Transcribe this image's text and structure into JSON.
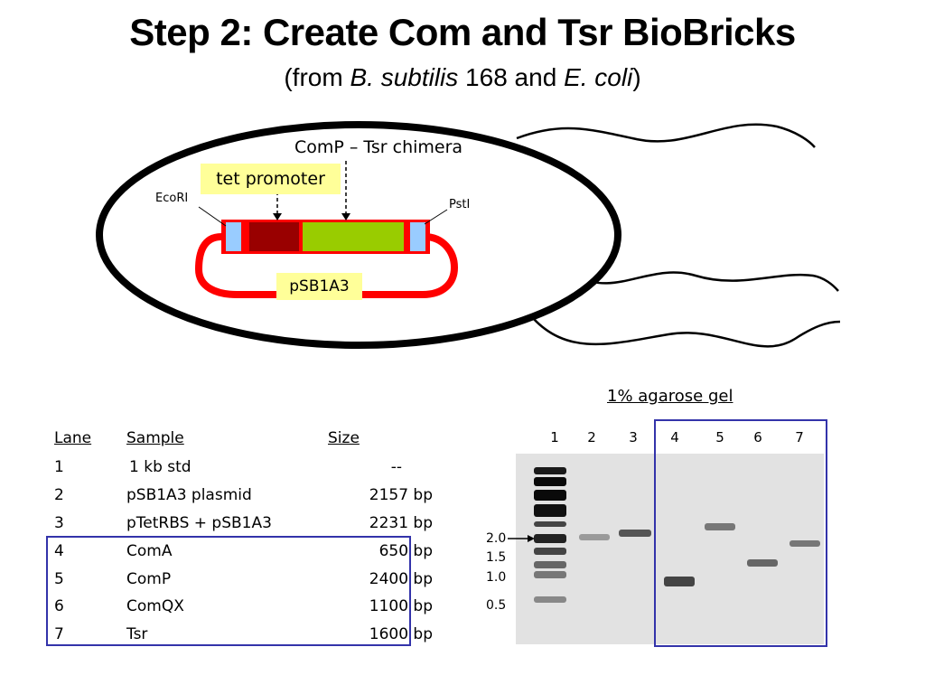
{
  "title": "Step 2: Create Com and Tsr BioBricks",
  "subtitle": {
    "prefix": "(from ",
    "species1": "B. subtilis",
    "middle": " 168 and ",
    "species2": "E. coli",
    "suffix": ")"
  },
  "diagram": {
    "chimera_label": "ComP – Tsr chimera",
    "promoter_label": "tet promoter",
    "plasmid_label": "pSB1A3",
    "ecori_label": "EcoRI",
    "psti_label": "PstI",
    "colors": {
      "plasmid": "#ff0000",
      "promoter": "#990000",
      "insert": "#99cc00",
      "site": "#99ccff",
      "label_bg": "#ffff99",
      "highlight_box": "#3333aa"
    }
  },
  "table": {
    "headers": [
      "Lane",
      "Sample",
      "Size"
    ],
    "rows": [
      [
        "1",
        "1 kb std",
        "--"
      ],
      [
        "2",
        "pSB1A3 plasmid",
        "2157 bp"
      ],
      [
        "3",
        "pTetRBS + pSB1A3",
        "2231 bp"
      ],
      [
        "4",
        "ComA",
        "650 bp"
      ],
      [
        "5",
        "ComP",
        "2400 bp"
      ],
      [
        "6",
        "ComQX",
        "1100 bp"
      ],
      [
        "7",
        "Tsr",
        "1600 bp"
      ]
    ]
  },
  "gel": {
    "title": "1% agarose gel",
    "lanes": [
      "1",
      "2",
      "3",
      "4",
      "5",
      "6",
      "7"
    ],
    "ladder_labels": [
      "2.0",
      "1.5",
      "1.0",
      "0.5"
    ]
  }
}
